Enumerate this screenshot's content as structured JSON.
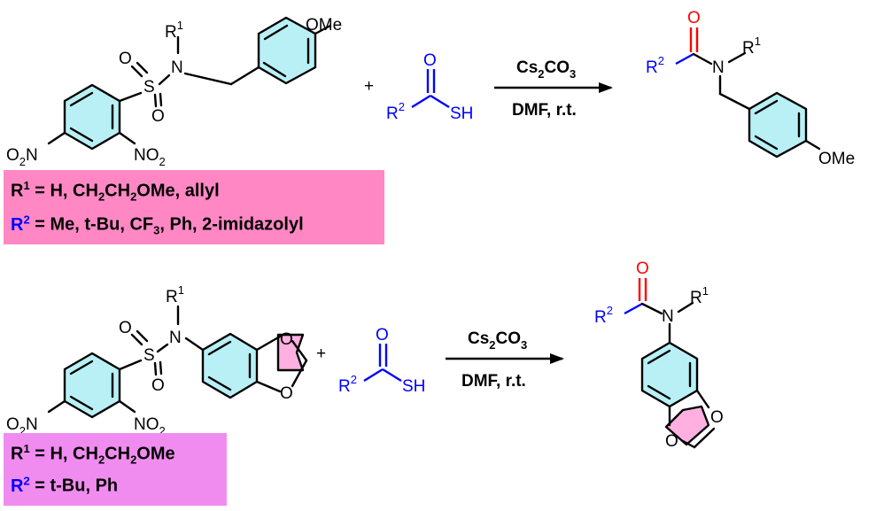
{
  "colors": {
    "reagent_blue": "#0000ff",
    "carbonyl_red": "#ff0000",
    "ring_fill": "#b8f0f5",
    "dioxole_fill": "#ffb0e0",
    "box1_fill": "#ff88c4",
    "box2_fill": "#f08cf0"
  },
  "labels": {
    "R": "R",
    "one": "1",
    "two": "2",
    "N": "N",
    "S": "S",
    "O": "O",
    "OMe": "OMe",
    "SH": "SH",
    "NO": "NO",
    "O2": "O",
    "sub2": "2",
    "plus": "+"
  },
  "conditions": {
    "base": "Cs",
    "base_sub2": "2",
    "base_co": "CO",
    "base_sub3": "3",
    "solvent": "DMF, r.t."
  },
  "box1": {
    "line1_r": "R",
    "line1_sup": "1",
    "line1_text": " = H, CH",
    "line1_sub1": "2",
    "line1_mid": "CH",
    "line1_sub2": "2",
    "line1_end": "OMe, allyl",
    "line2_r": "R",
    "line2_sup": "2",
    "line2_text": " = Me, t-Bu, CF",
    "line2_sub": "3",
    "line2_end": ", Ph, 2-imidazolyl"
  },
  "box2": {
    "line1_r": "R",
    "line1_sup": "1",
    "line1_text": " = H, CH",
    "line1_sub1": "2",
    "line1_mid": "CH",
    "line1_sub2": "2",
    "line1_end": "OMe",
    "line2_r": "R",
    "line2_sup": "2",
    "line2_text": " = t-Bu, Ph"
  }
}
